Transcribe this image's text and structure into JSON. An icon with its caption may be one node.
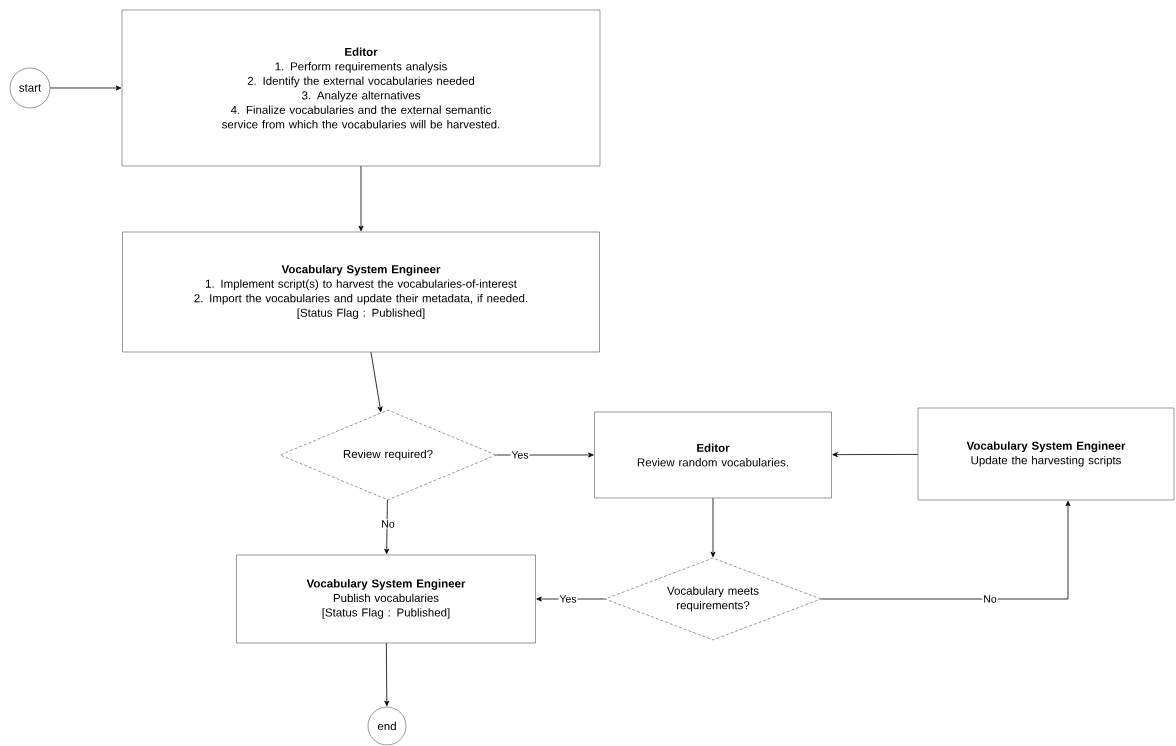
{
  "diagram": {
    "nodes": [
      {
        "text": [
          "start"
        ]
      },
      {
        "text": [
          "Editor",
          "1. Perform requirements analysis",
          "2. Identify the external vocabularies needed",
          "3. Analyze alternatives",
          "4. Finalize vocabularies and the external semantic service from which the vocabularies will be harvested."
        ]
      },
      {
        "text": [
          "Vocabulary System Engineer",
          "1. Implement script(s) to harvest the vocabularies-of-interest",
          "2. Import the vocabularies and update their metadata, if needed.",
          "[Status Flag : Published]"
        ]
      },
      {
        "text": [
          "Review required?"
        ]
      },
      {
        "text": [
          "Editor",
          "Review random vocabularies."
        ]
      },
      {
        "text": [
          "Vocabulary System Engineer",
          "Update the harvesting scripts"
        ]
      },
      {
        "text": [
          "Vocabulary System Engineer",
          "Publish vocabularies",
          "[Status Flag : Published]"
        ]
      },
      {
        "text": [
          "Vocabulary meets requirements?"
        ]
      },
      {
        "text": [
          "end"
        ]
      }
    ],
    "edges": [
      {
        "from": 0,
        "to": 1,
        "arrow": "to"
      },
      {
        "from": 1,
        "to": 2,
        "arrow": "to"
      },
      {
        "from": 2,
        "to": 3,
        "arrow": "to"
      },
      {
        "from": 3,
        "to": 4,
        "arrow": "to",
        "label": "Yes"
      },
      {
        "from": 3,
        "to": 6,
        "arrow": "to",
        "label": "No"
      },
      {
        "from": 4,
        "to": 7,
        "arrow": "to"
      },
      {
        "from": 7,
        "to": 6,
        "arrow": "to",
        "label": "Yes"
      },
      {
        "from": 7,
        "to": 5,
        "arrow": "to",
        "label": "No"
      },
      {
        "from": 5,
        "to": 4,
        "arrow": "to"
      },
      {
        "from": 6,
        "to": 8,
        "arrow": "to"
      }
    ]
  }
}
